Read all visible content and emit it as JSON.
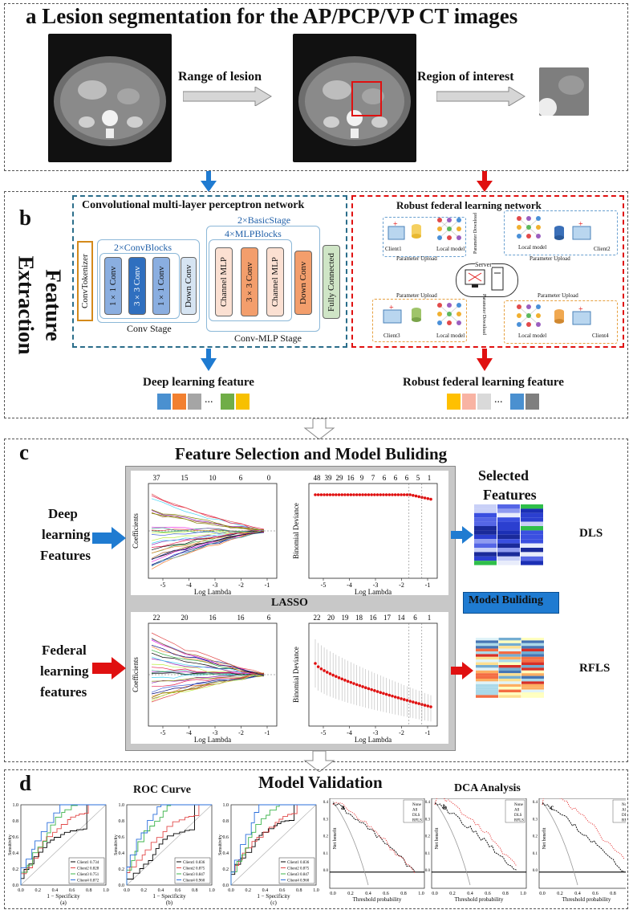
{
  "panel_a": {
    "title": "a Lesion segmentation for the AP/PCP/VP CT images",
    "arrow1": "Range of lesion",
    "arrow2": "Region of interest"
  },
  "panel_b": {
    "letter": "b",
    "side_label_1": "Feature",
    "side_label_2": "Extraction",
    "cmlp_title": "Convolutional multi-layer perceptron network",
    "conv_tokenizer": "ConvTokenizer",
    "conv_blocks": "2×ConvBlocks",
    "conv1": "1×1 Conv",
    "conv3": "3×3 Conv",
    "conv1b": "1×1 Conv",
    "down_conv": "Down Conv",
    "conv_stage": "Conv Stage",
    "basic_stage": "2×BasicStage",
    "mlp_blocks": "4×MLPBlocks",
    "channel_mlp": "Channel MLP",
    "conv3b": "3×3 Conv",
    "channel_mlp2": "Channel MLP",
    "down_conv2": "Down Conv",
    "fully_connected": "Fully Connected",
    "conv_mlp_stage": "Conv-MLP Stage",
    "rfl_title": "Robust federal learning network",
    "client1": "Client1",
    "client2": "Client2",
    "client3": "Client3",
    "client4": "Client4",
    "local_model": "Local model",
    "server": "Server",
    "param_upload": "Parameter Upload",
    "param_download": "Parameter Download",
    "deep_feature": "Deep learning feature",
    "rfl_feature": "Robust federal learning feature",
    "ellipsis": "..."
  },
  "panel_c": {
    "letter": "c",
    "title": "Feature Selection and Model Buliding",
    "deep_label": [
      "Deep",
      "learning",
      "Features"
    ],
    "fed_label": [
      "Federal",
      "learning",
      "features"
    ],
    "selected": [
      "Selected",
      "Features"
    ],
    "dls": "DLS",
    "rfls": "RFLS",
    "model_building": "Model Buliding",
    "lasso": "LASSO",
    "coef_ylabel": "Coefficients",
    "dev_ylabel": "Binomial Deviance",
    "xlabel": "Log Lambda",
    "top_counts_1": [
      "37",
      "15",
      "10",
      "6",
      "0"
    ],
    "top_counts_2": [
      "48",
      "39",
      "29",
      "16",
      "9",
      "7",
      "6",
      "6",
      "6",
      "5",
      "1"
    ],
    "top_counts_3": [
      "22",
      "20",
      "16",
      "16",
      "6"
    ],
    "top_counts_4": [
      "22",
      "20",
      "19",
      "18",
      "16",
      "17",
      "14",
      "6",
      "1"
    ]
  },
  "panel_d": {
    "letter": "d",
    "title": "Model Validation",
    "roc_title": "ROC Curve",
    "dca_title": "DCA Analysis",
    "roc_xlabel": "1 − Specificity",
    "roc_ylabel": "Sensitivity",
    "dca_xlabel": "Threshold probability",
    "dca_ylabel": "Net benefit",
    "roc_sub": [
      "(a)",
      "(b)",
      "(c)"
    ],
    "dca_sub": [
      "a",
      "b",
      "c"
    ],
    "roc_legends": [
      [
        "Client1 0.734",
        "Client2 0.828",
        "Client3 0.751",
        "Client4 0.872"
      ],
      [
        "Client1 0.836",
        "Client2 0.875",
        "Client3 0.847",
        "Client4 0.960"
      ],
      [
        "Client1 0.836",
        "Client2 0.875",
        "Client3 0.847",
        "Client4 0.960"
      ]
    ],
    "dca_legend": [
      "None",
      "All",
      "DLS",
      "RFLS"
    ]
  }
}
